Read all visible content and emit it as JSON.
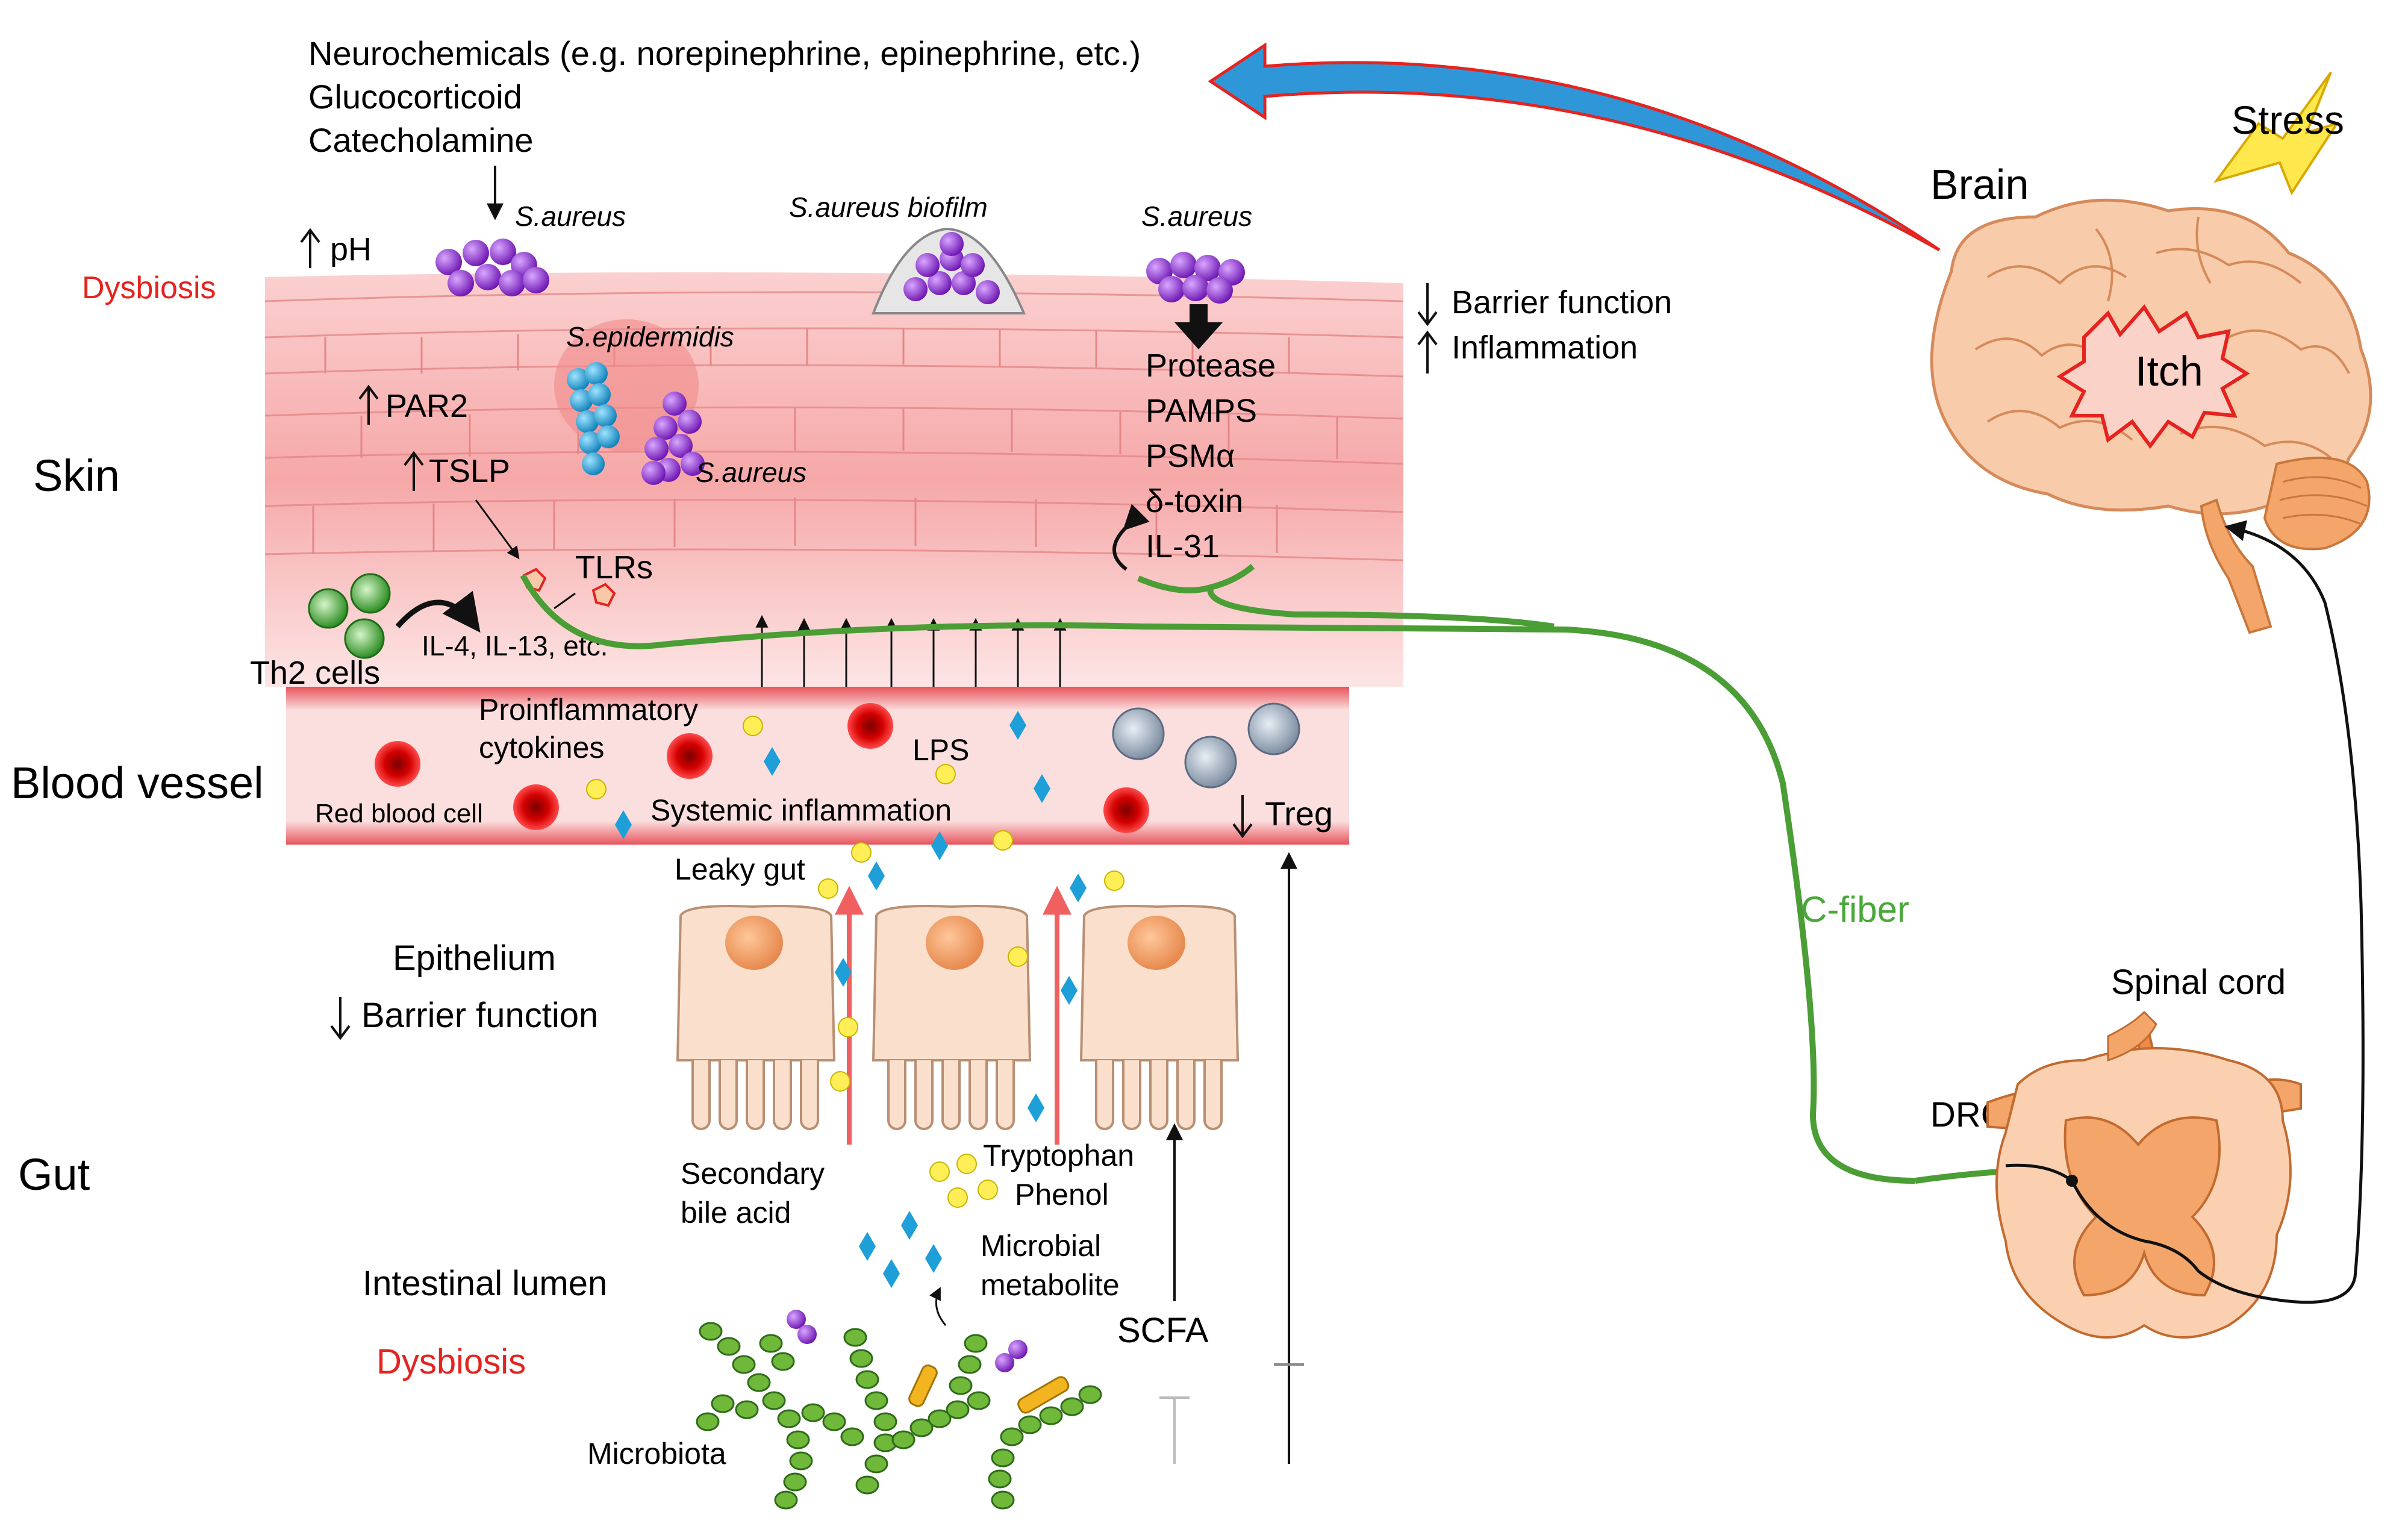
{
  "top_list": [
    "Neurochemicals (e.g. norepinephrine, epinephrine, etc.)",
    "Glucocorticoid",
    "Catecholamine"
  ],
  "regions": {
    "skin": "Skin",
    "blood_vessel": "Blood vessel",
    "epithelium": "Epithelium",
    "gut": "Gut",
    "intestinal_lumen": "Intestinal lumen"
  },
  "skin": {
    "dysbiosis": "Dysbiosis",
    "ph": "pH",
    "saureus_1": "S.aureus",
    "biofilm": "S.aureus biofilm",
    "saureus_2": "S.aureus",
    "sepidermidis": "S.epidermidis",
    "saureus_3": "S.aureus",
    "par2": "PAR2",
    "tslp": "TSLP",
    "tlrs": "TLRs",
    "th2": "Th2 cells",
    "il": "IL-4, IL-13, etc.",
    "barrier": "Barrier function",
    "inflammation": "Inflammation",
    "factors": [
      "Protease",
      "PAMPS",
      "PSMα",
      "δ-toxin",
      "IL-31"
    ]
  },
  "blood": {
    "proinflam_1": "Proinflammatory",
    "proinflam_2": "cytokines",
    "lps": "LPS",
    "rbc": "Red blood cell",
    "systemic": "Systemic inflammation",
    "treg": "Treg"
  },
  "gut": {
    "leaky": "Leaky gut",
    "barrier": "Barrier function",
    "secondary_1": "Secondary",
    "secondary_2": "bile acid",
    "tryptophan": "Tryptophan",
    "phenol": "Phenol",
    "metabolite_1": "Microbial",
    "metabolite_2": "metabolite",
    "scfa": "SCFA",
    "dysbiosis": "Dysbiosis",
    "microbiota": "Microbiota"
  },
  "neuro": {
    "brain": "Brain",
    "stress": "Stress",
    "itch": "Itch",
    "cfiber": "C-fiber",
    "spinal": "Spinal cord",
    "drg": "DRG"
  },
  "colors": {
    "dysbiosis": "#e5231f",
    "nerve": "#4a9e35",
    "cfiber_text": "#4aa83a",
    "skin": "#f4a3a3",
    "blood": "#e86a70",
    "gut_arrow": "#f06060",
    "saureus": "#8a2bd0",
    "sepidermidis": "#1e9fd8",
    "rbc": "#cc0000",
    "itch_star": "#e51a1a",
    "brain": "#f6c59a",
    "spinal": "#f4a66a",
    "bacteria": "#55a52a"
  }
}
